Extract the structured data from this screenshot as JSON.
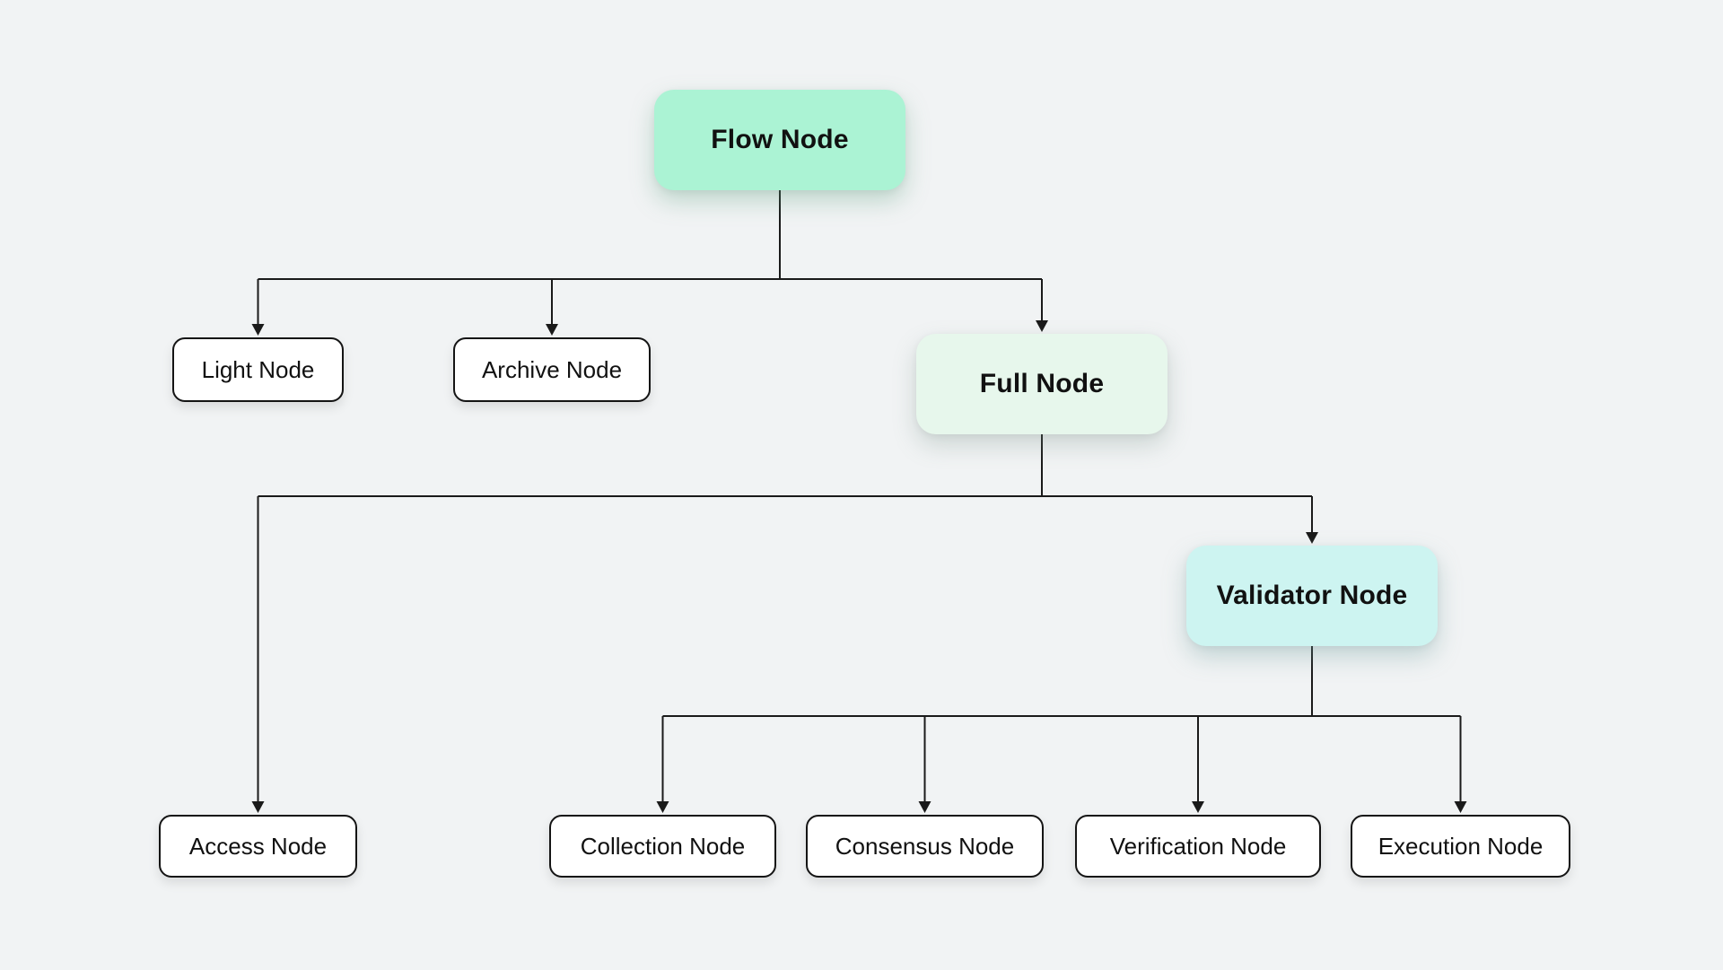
{
  "diagram": {
    "nodes": {
      "flow": {
        "label": "Flow Node",
        "level": 0
      },
      "light": {
        "label": "Light Node",
        "level": 1
      },
      "archive": {
        "label": "Archive Node",
        "level": 1
      },
      "full": {
        "label": "Full Node",
        "level": 1
      },
      "access": {
        "label": "Access Node",
        "level": 2
      },
      "validator": {
        "label": "Validator Node",
        "level": 2
      },
      "collection": {
        "label": "Collection Node",
        "level": 3
      },
      "consensus": {
        "label": "Consensus Node",
        "level": 3
      },
      "verification": {
        "label": "Verification Node",
        "level": 3
      },
      "execution": {
        "label": "Execution Node",
        "level": 3
      }
    },
    "edges": [
      {
        "from": "Flow Node",
        "to": "Light Node"
      },
      {
        "from": "Flow Node",
        "to": "Archive Node"
      },
      {
        "from": "Flow Node",
        "to": "Full Node"
      },
      {
        "from": "Full Node",
        "to": "Access Node"
      },
      {
        "from": "Full Node",
        "to": "Validator Node"
      },
      {
        "from": "Validator Node",
        "to": "Collection Node"
      },
      {
        "from": "Validator Node",
        "to": "Consensus Node"
      },
      {
        "from": "Validator Node",
        "to": "Verification Node"
      },
      {
        "from": "Validator Node",
        "to": "Execution Node"
      }
    ]
  },
  "colors": {
    "background": "#f1f3f4",
    "node-flow-fill": "#abf3d4",
    "node-full-fill": "#e7f7ec",
    "node-validator-fill": "#cdf4f1",
    "node-default-fill": "#ffffff",
    "line": "#1a1a1a",
    "text": "#111111"
  }
}
